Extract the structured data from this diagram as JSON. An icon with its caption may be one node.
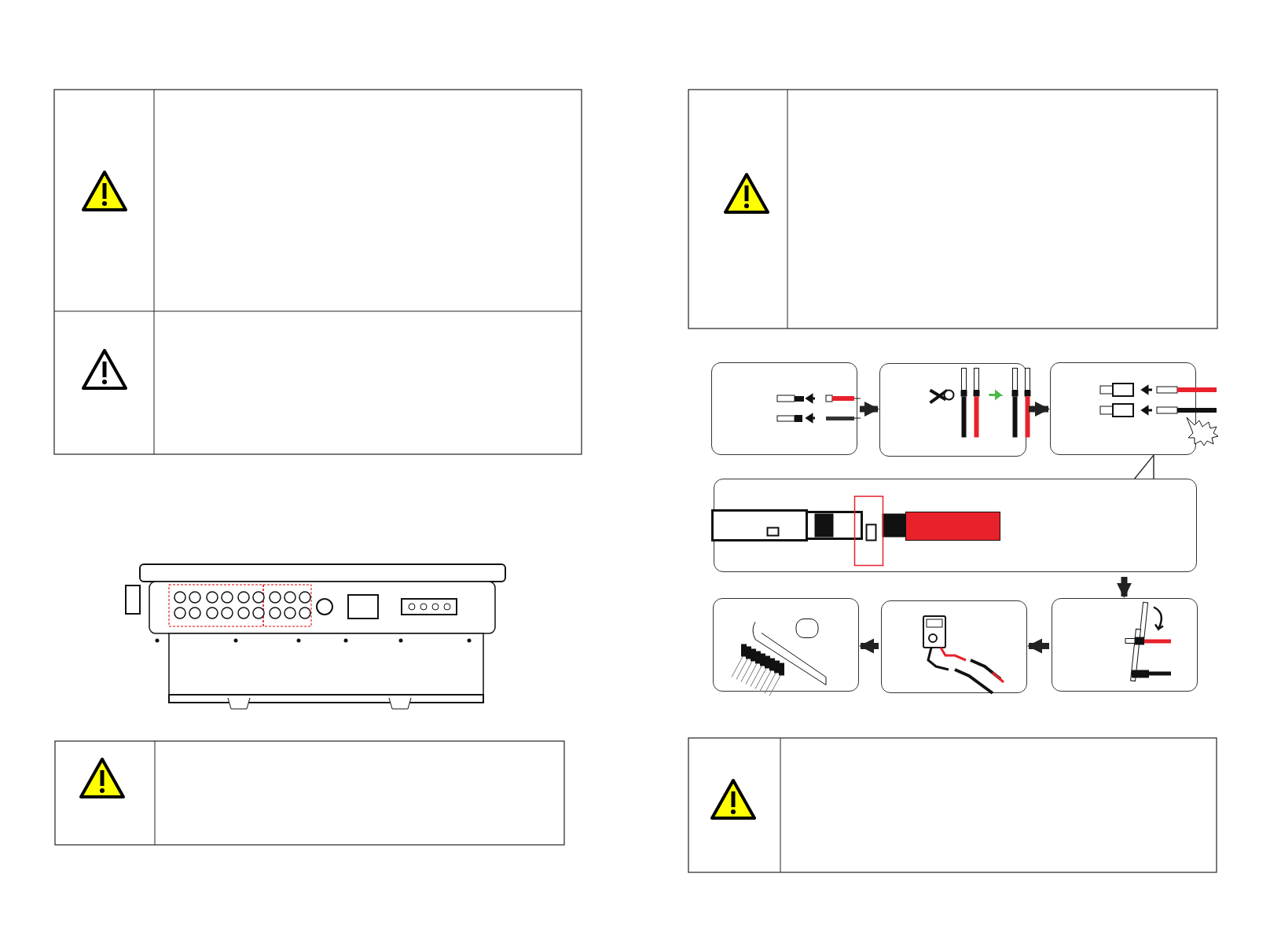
{
  "diagram": {
    "nodes": [
      {
        "text": [],
        "shape": "box"
      },
      {
        "text": [],
        "shape": "box"
      },
      {
        "text": [],
        "shape": "box"
      },
      {
        "text": [],
        "shape": "box"
      },
      {
        "text": [],
        "shape": "box"
      },
      {
        "text": [],
        "shape": "box"
      },
      {
        "text": [],
        "shape": "box"
      }
    ],
    "edges": [
      {
        "from": 0,
        "to": 1,
        "arrow": "to"
      },
      {
        "from": 1,
        "to": 2,
        "arrow": "to"
      },
      {
        "from": 3,
        "to": 6,
        "arrow": "to"
      },
      {
        "from": 6,
        "to": 5,
        "arrow": "to"
      },
      {
        "from": 5,
        "to": 4,
        "arrow": "to"
      }
    ]
  }
}
